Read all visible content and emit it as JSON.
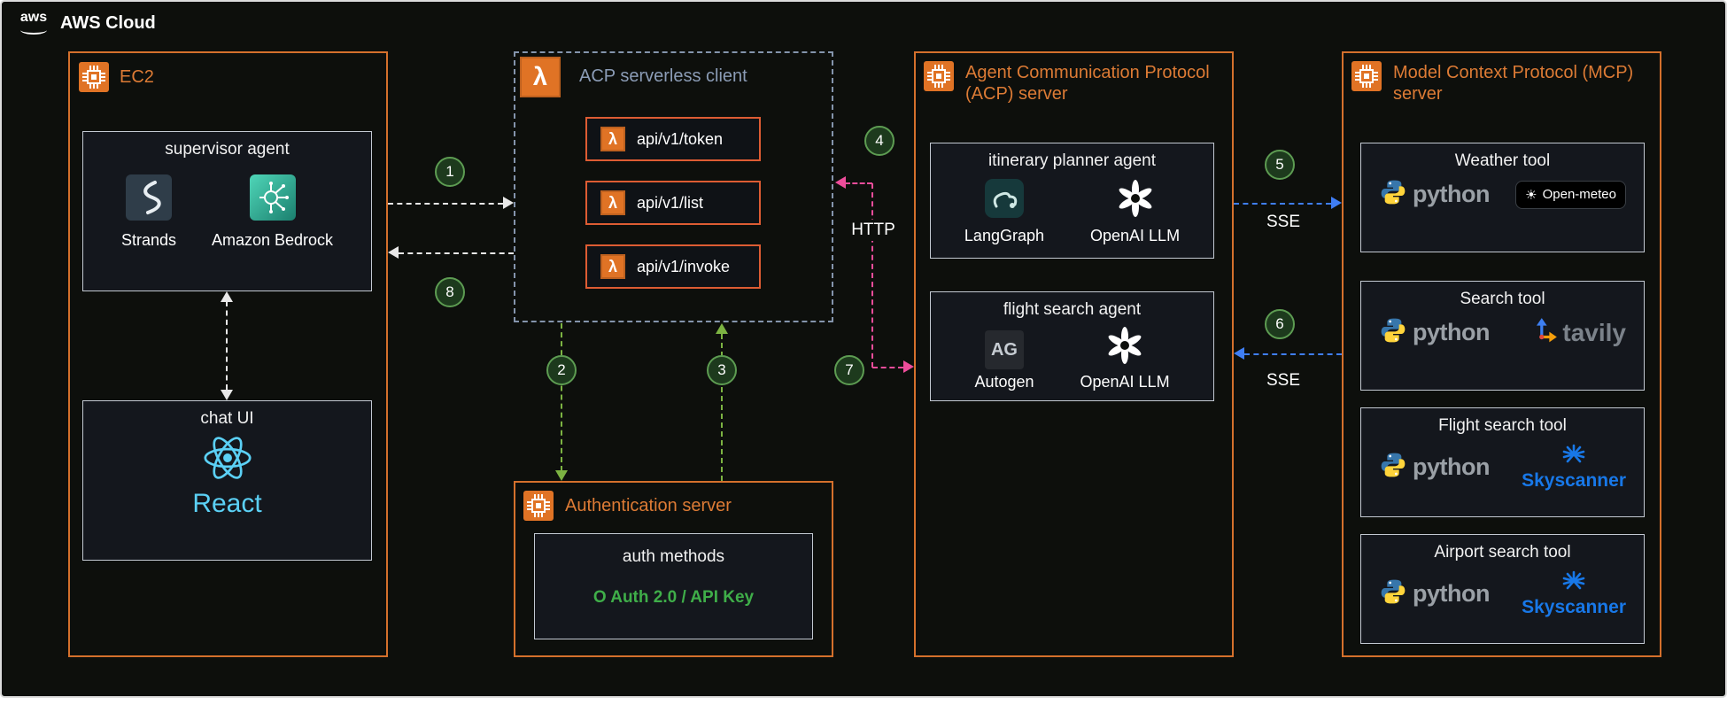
{
  "header": {
    "logo_word": "aws",
    "title": "AWS Cloud"
  },
  "ec2": {
    "title": "EC2",
    "supervisor": {
      "title": "supervisor agent",
      "items": [
        {
          "label": "Strands"
        },
        {
          "label": "Amazon Bedrock"
        }
      ]
    },
    "chat": {
      "title": "chat UI",
      "react_label": "React"
    }
  },
  "acp_client": {
    "title": "ACP serverless client",
    "lambda_glyph": "λ",
    "endpoints": [
      "api/v1/token",
      "api/v1/list",
      "api/v1/invoke"
    ]
  },
  "auth": {
    "title": "Authentication server",
    "box_title": "auth methods",
    "methods": "O Auth 2.0 / API Key"
  },
  "acp_server": {
    "title_line1": "Agent Communication Protocol",
    "title_line2": "(ACP) server",
    "agents": [
      {
        "title": "itinerary planner agent",
        "left_label": "LangGraph",
        "right_label": "OpenAI LLM"
      },
      {
        "title": "flight search agent",
        "left_label": "Autogen",
        "right_label": "OpenAI LLM"
      }
    ]
  },
  "mcp_server": {
    "title_line1": "Model Context Protocol (MCP)",
    "title_line2": "server",
    "tools": [
      {
        "title": "Weather tool",
        "runtime": "python",
        "partner": "Open-meteo"
      },
      {
        "title": "Search tool",
        "runtime": "python",
        "partner": "tavily"
      },
      {
        "title": "Flight search tool",
        "runtime": "python",
        "partner": "Skyscanner"
      },
      {
        "title": "Airport search tool",
        "runtime": "python",
        "partner": "Skyscanner"
      }
    ]
  },
  "labels": {
    "http": "HTTP",
    "sse_top": "SSE",
    "sse_bottom": "SSE",
    "autogen_icon": "AG",
    "open_meteo_icon": "☀"
  },
  "steps": [
    "1",
    "2",
    "3",
    "4",
    "5",
    "6",
    "7",
    "8"
  ],
  "colors": {
    "orange": "#d4702c",
    "white_arrow": "#e8e8e8",
    "green_arrow": "#7cb342",
    "blue_arrow": "#3f7ef5",
    "pink_arrow": "#ee4d9b",
    "auth_green": "#3fae49",
    "react_cyan": "#5bd0f5",
    "skyscanner_blue": "#1878e8"
  }
}
